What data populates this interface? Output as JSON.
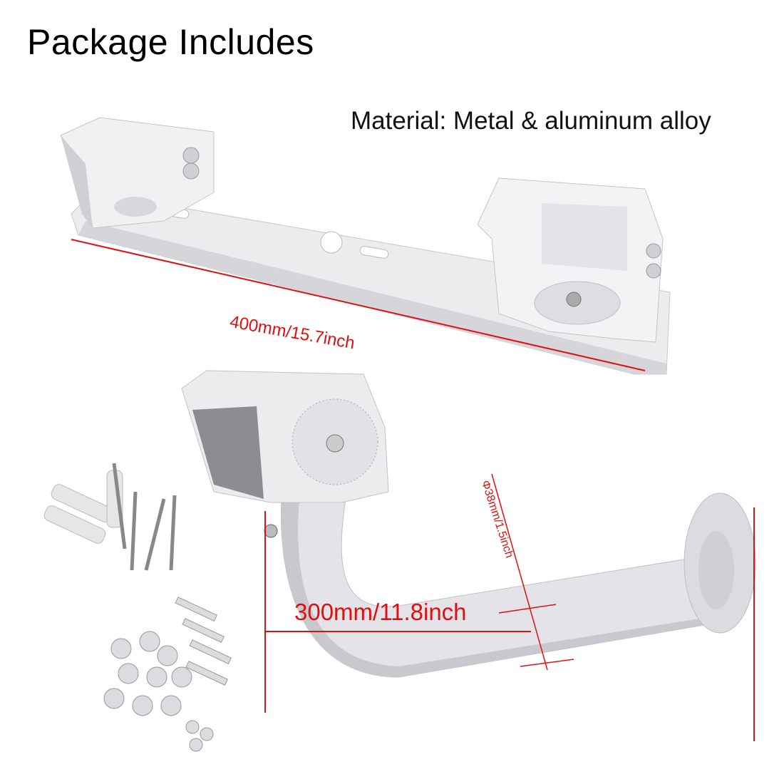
{
  "header": {
    "title": "Package Includes"
  },
  "material_label": "Material: Metal & aluminum alloy",
  "dimensions": {
    "double_bracket_length": "400mm/15.7inch",
    "arm_length": "300mm/11.8inch",
    "tube_diameter": "Φ38mm/1.5inch"
  },
  "colors": {
    "dimension_red": "#e01010",
    "metal": "#e6e6ea",
    "shadow": "#b8b8bf"
  }
}
